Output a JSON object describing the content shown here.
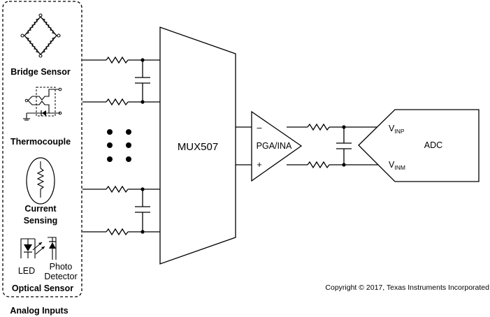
{
  "groups": {
    "analog_inputs": "Analog Inputs",
    "bridge": "Bridge Sensor",
    "thermocouple": "Thermocouple",
    "current_1": "Current",
    "current_2": "Sensing",
    "optical": "Optical Sensor",
    "led": "LED",
    "photo_1": "Photo",
    "photo_2": "Detector"
  },
  "blocks": {
    "mux": "MUX507",
    "pga": "PGA/INA",
    "pga_minus": "–",
    "pga_plus": "+",
    "adc": "ADC",
    "vinp_main": "V",
    "vinp_sub": "INP",
    "vinm_main": "V",
    "vinm_sub": "INM"
  },
  "footer": {
    "copyright": "Copyright © 2017, Texas Instruments Incorporated"
  }
}
